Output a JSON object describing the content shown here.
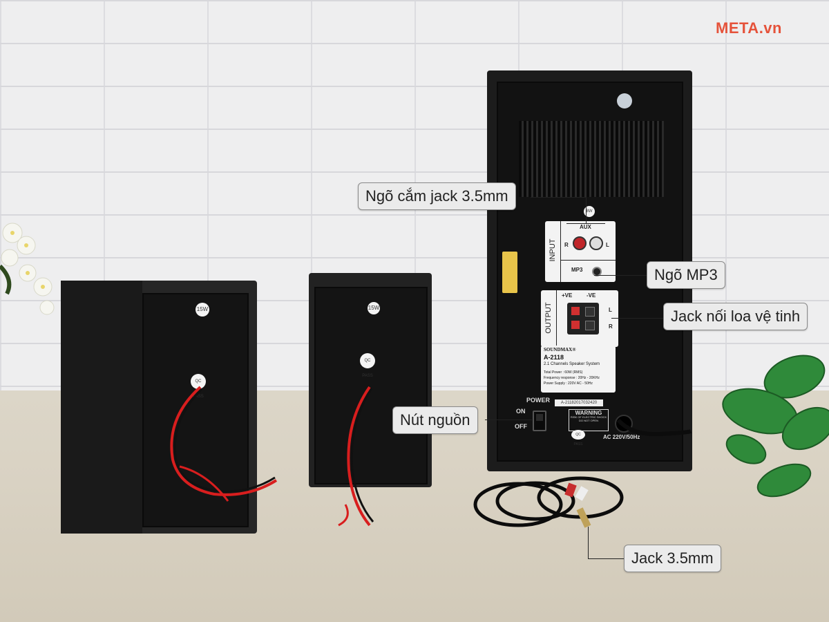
{
  "watermark": "META.vn",
  "callouts": {
    "aux_jack": "Ngõ cắm jack 3.5mm",
    "mp3": "Ngõ MP3",
    "satellite": "Jack nối loa vệ tinh",
    "power": "Nút nguồn",
    "cable": "Jack 3.5mm"
  },
  "subwoofer": {
    "input_label": "INPUT",
    "aux_label": "AUX",
    "r_label": "R",
    "l_label": "L",
    "mp3_label": "MP3",
    "output_label": "OUTPUT",
    "pos_label": "+VE",
    "neg_label": "-VE",
    "out_l": "L",
    "out_r": "R",
    "brand": "SOUNDMAX®",
    "model": "A-2118",
    "system": "2.1 Channels Speaker System",
    "spec_power": "Total Power : 60W (RMS)",
    "spec_freq": "Frequency response : 20Hz - 20KHz",
    "spec_supply": "Power Supply : 220V AC - 50Hz",
    "serial": "A-21182017032420",
    "power_label": "POWER",
    "on_label": "ON",
    "off_label": "OFF",
    "warning": "WARNING",
    "warning_sub": "RISK OF ELECTRIC SHOCK DO NOT OPEN",
    "ac_label": "AC 220V/50Hz",
    "qc": "QC PASS",
    "watt": "8W"
  },
  "satellites": {
    "watt": "15W",
    "qc": "QC PASS"
  },
  "colors": {
    "speaker_body": "#1e1e1e",
    "wire_red": "#d81e1e",
    "watermark": "#e5523a",
    "callout_bg": "#ebebeb"
  }
}
